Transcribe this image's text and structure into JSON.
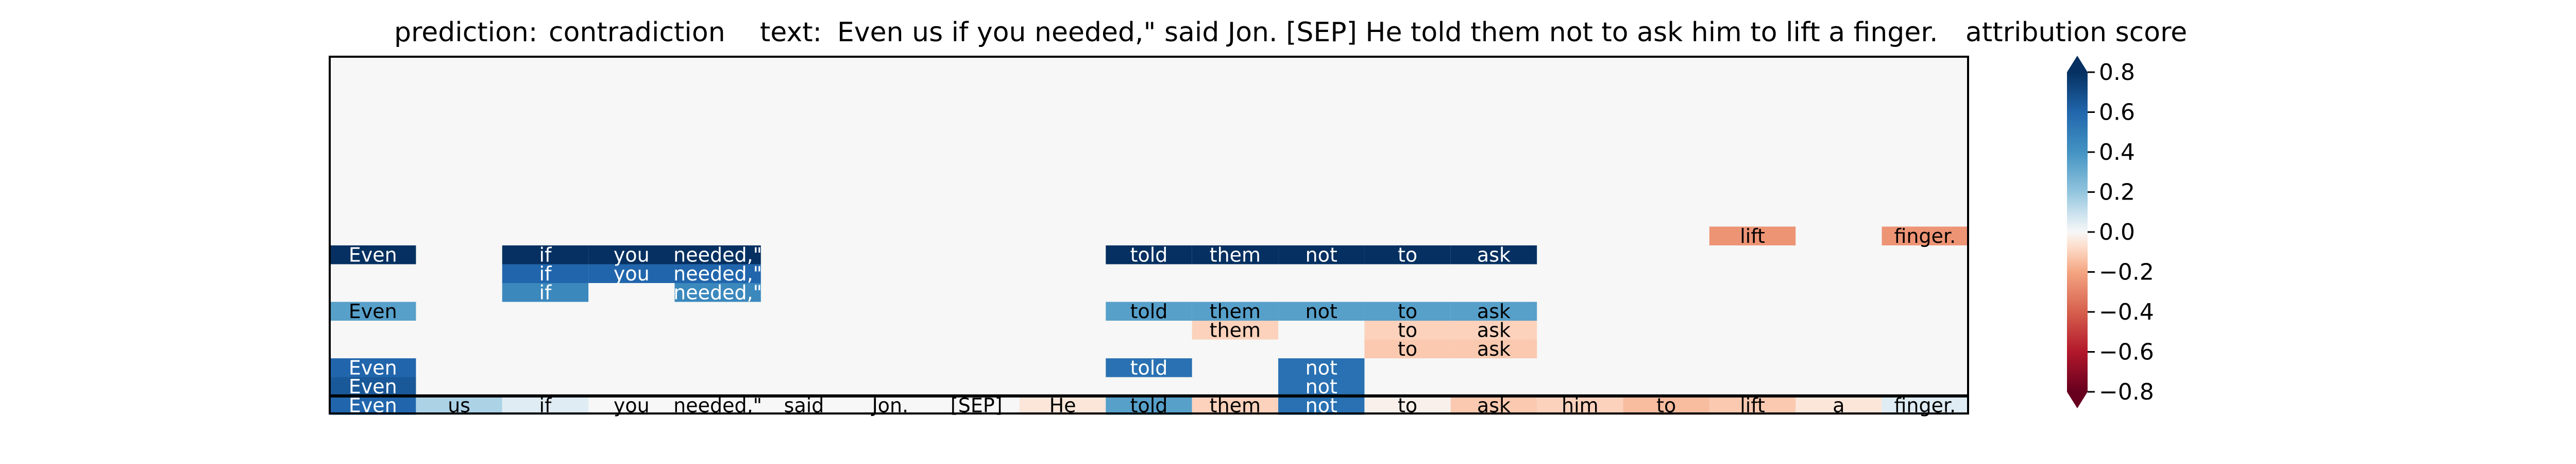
{
  "header": {
    "prediction_label": "prediction:",
    "prediction_value": "contradiction",
    "text_label": "text:",
    "text_value": "Even us if you needed,\" said Jon. [SEP] He told them not to ask him to lift a finger.",
    "colorbar_title": "attribution score"
  },
  "chart_data": {
    "type": "heatmap",
    "tokens": [
      "Even",
      "us",
      "if",
      "you",
      "needed,\"",
      "said",
      "Jon.",
      "[SEP]",
      "He",
      "told",
      "them",
      "not",
      "to",
      "ask",
      "him",
      "to",
      "lift",
      "a",
      "finger."
    ],
    "input_row": [
      0.6,
      0.15,
      0.05,
      0.0,
      0.0,
      0.0,
      0.0,
      0.0,
      -0.05,
      0.35,
      -0.1,
      0.55,
      -0.02,
      -0.12,
      -0.1,
      -0.15,
      -0.12,
      -0.05,
      0.05
    ],
    "layer_rows": [
      {
        "cells": [
          {
            "i": 0,
            "v": 0.65
          },
          {
            "i": 11,
            "v": 0.55
          }
        ]
      },
      {
        "cells": [
          {
            "i": 0,
            "v": 0.6
          },
          {
            "i": 9,
            "v": 0.55
          },
          {
            "i": 11,
            "v": 0.55
          }
        ]
      },
      {
        "cells": [
          {
            "i": 12,
            "v": -0.12
          },
          {
            "i": 13,
            "v": -0.12
          }
        ]
      },
      {
        "cells": [
          {
            "i": 10,
            "v": -0.1
          },
          {
            "i": 12,
            "v": -0.1
          },
          {
            "i": 13,
            "v": -0.1
          }
        ]
      },
      {
        "cells": [
          {
            "i": 0,
            "v": 0.35
          },
          {
            "i": 9,
            "v": 0.35
          },
          {
            "i": 10,
            "v": 0.35
          },
          {
            "i": 11,
            "v": 0.35
          },
          {
            "i": 12,
            "v": 0.35
          },
          {
            "i": 13,
            "v": 0.35
          }
        ]
      },
      {
        "cells": [
          {
            "i": 2,
            "v": 0.45
          },
          {
            "i": 4,
            "v": 0.45
          }
        ]
      },
      {
        "cells": [
          {
            "i": 2,
            "v": 0.6
          },
          {
            "i": 3,
            "v": 0.6
          },
          {
            "i": 4,
            "v": 0.6
          }
        ]
      },
      {
        "cells": [
          {
            "i": 0,
            "v": 0.8
          },
          {
            "i": 2,
            "v": 0.8
          },
          {
            "i": 3,
            "v": 0.8
          },
          {
            "i": 4,
            "v": 0.8
          },
          {
            "i": 9,
            "v": 0.8
          },
          {
            "i": 10,
            "v": 0.8
          },
          {
            "i": 11,
            "v": 0.8
          },
          {
            "i": 12,
            "v": 0.8
          },
          {
            "i": 13,
            "v": 0.8
          }
        ]
      },
      {
        "cells": [
          {
            "i": 16,
            "v": -0.25
          },
          {
            "i": 18,
            "v": -0.25
          }
        ]
      }
    ],
    "colorbar": {
      "ticks": [
        "0.8",
        "0.6",
        "0.4",
        "0.2",
        "0.0",
        "−0.2",
        "−0.4",
        "−0.6",
        "−0.8"
      ],
      "tick_values": [
        0.8,
        0.6,
        0.4,
        0.2,
        0.0,
        -0.2,
        -0.4,
        -0.6,
        -0.8
      ],
      "min": -0.8,
      "max": 0.8,
      "cmap": "RdBu",
      "extend": "both"
    },
    "colors": {
      "axes_background": "#f6f7f6",
      "positive_max": "#053061",
      "negative_max": "#67001f",
      "neutral": "#f7f7f7"
    }
  }
}
